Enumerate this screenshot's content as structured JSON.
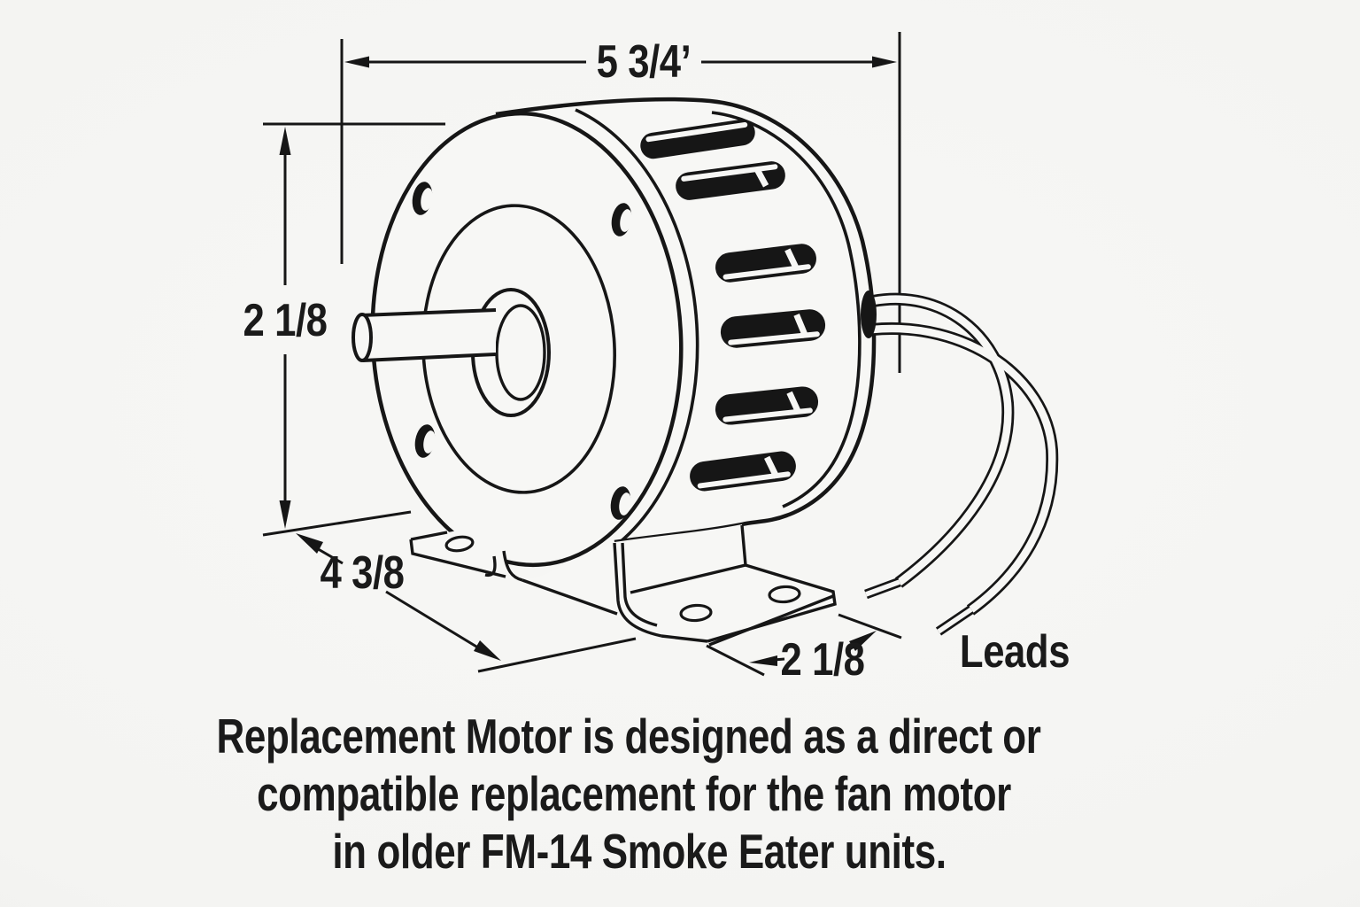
{
  "colors": {
    "ink": "#161616",
    "background": "#f4f4f2",
    "paper": "#f7f7f5"
  },
  "dimensions": {
    "width": {
      "label": "5 3/4’"
    },
    "height": {
      "label": "2 1/8"
    },
    "base_depth": {
      "label": "4 3/8"
    },
    "bracket_width": {
      "label": "2 1/8"
    },
    "leads": {
      "label": "Leads"
    }
  },
  "caption": {
    "lines": [
      "Replacement Motor is designed as a direct or",
      "compatible replacement for the fan motor",
      "in older FM-14 Smoke Eater units."
    ]
  }
}
